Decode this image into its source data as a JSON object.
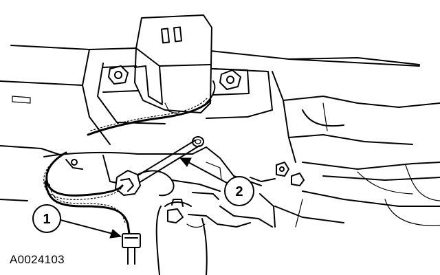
{
  "figure": {
    "id_label": "A0024103"
  },
  "callouts": [
    {
      "number": "1"
    },
    {
      "number": "2"
    }
  ]
}
